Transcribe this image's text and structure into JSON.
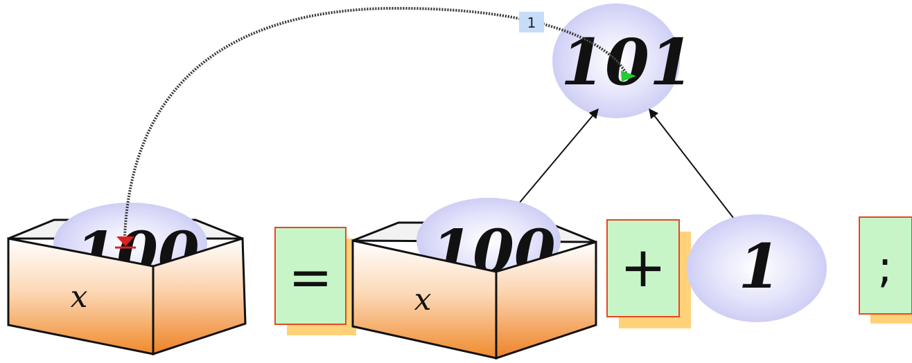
{
  "expression": {
    "left_variable": {
      "name": "x",
      "value": "100"
    },
    "assign_operator": "=",
    "right_variable": {
      "name": "x",
      "value": "100"
    },
    "plus_operator": "+",
    "literal": "1",
    "terminator": ";",
    "result": "101"
  },
  "assignment_step_label": "1",
  "colors": {
    "value_bubble": "#c9c9f4",
    "box_front_top": "#ffffff",
    "box_front_bottom": "#f08a2c",
    "operator_card": "#c8f5c8",
    "operator_card_border": "#e8461c",
    "operator_card_shadow": "#ffd27a",
    "step_label_bg": "#c6dcf8",
    "marker_green": "#22cc33",
    "marker_red": "#e02020"
  }
}
